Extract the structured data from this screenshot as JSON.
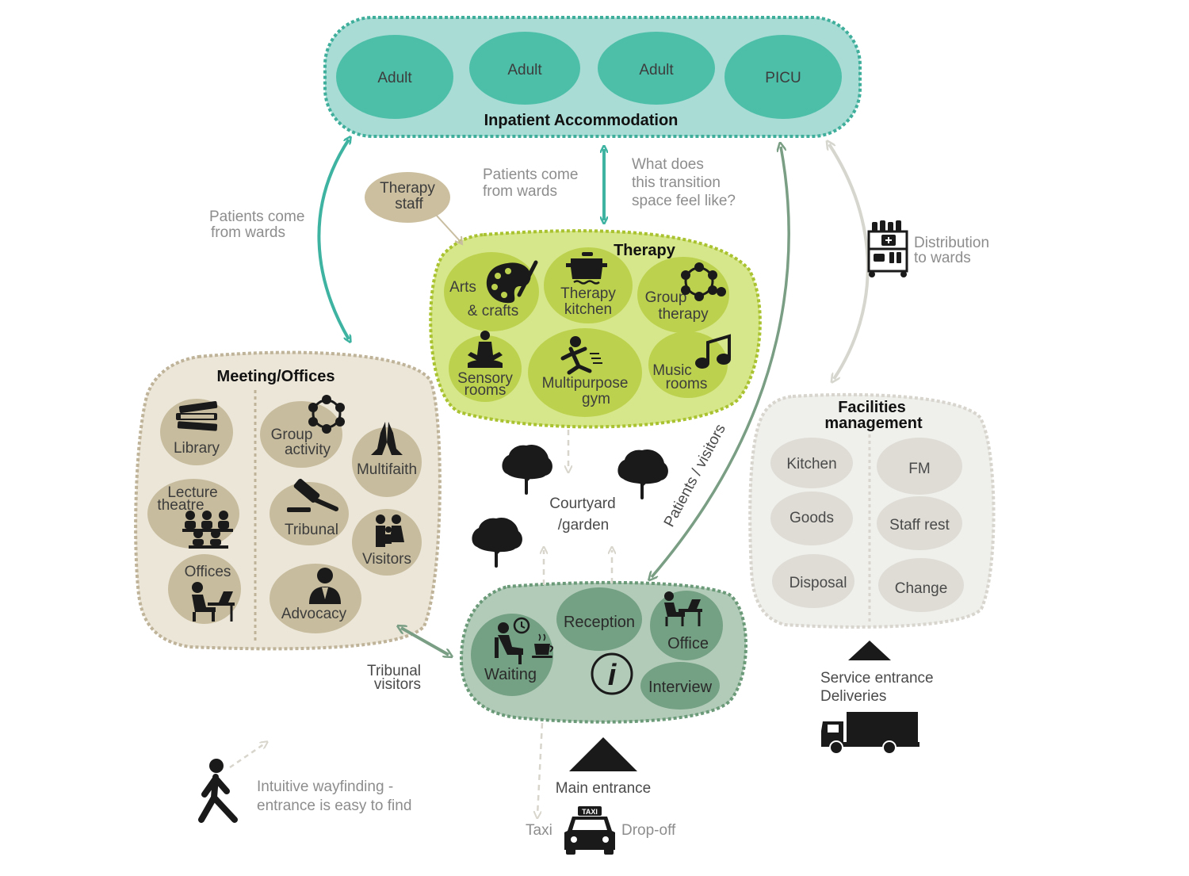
{
  "colors": {
    "inpatient_fill": "#a8dcd4",
    "inpatient_circle": "#4dbfa9",
    "inpatient_border": "#3fae9b",
    "therapy_fill": "#d6e68a",
    "therapy_circle": "#bcd24e",
    "therapy_border": "#a9c230",
    "meeting_fill": "#ece6d9",
    "meeting_circle": "#c7bc9d",
    "meeting_border": "#bfb499",
    "reception_fill": "#b2cbb9",
    "reception_circle": "#74a083",
    "reception_border": "#6b9a79",
    "fm_fill": "#efefeb",
    "fm_circle": "#dedcd5",
    "fm_border": "#d7d5cd",
    "teal_arrow": "#3fb3a2",
    "sage_arrow": "#7a9e84",
    "pale_arrow": "#d6d6cf",
    "dashed_arrow": "#d8d5cc"
  },
  "inpatient": {
    "title": "Inpatient Accommodation",
    "rooms": [
      "Adult",
      "Adult",
      "Adult",
      "PICU"
    ]
  },
  "therapy": {
    "title": "Therapy",
    "staff": [
      "Therapy",
      "staff"
    ],
    "rooms": [
      {
        "lines": [
          "Arts",
          "& crafts"
        ],
        "icon": "palette-icon"
      },
      {
        "lines": [
          "Therapy",
          "kitchen"
        ],
        "icon": "cooking-pot-icon"
      },
      {
        "lines": [
          "Group",
          "therapy"
        ],
        "icon": "group-circle-icon"
      },
      {
        "lines": [
          "Sensory",
          "rooms"
        ],
        "icon": "meditation-icon"
      },
      {
        "lines": [
          "Multipurpose",
          "gym"
        ],
        "icon": "running-person-icon"
      },
      {
        "lines": [
          "Music",
          "rooms"
        ],
        "icon": "music-note-icon"
      }
    ]
  },
  "meeting": {
    "title": "Meeting/Offices",
    "rooms": [
      {
        "lines": [
          "Library"
        ],
        "icon": "books-icon"
      },
      {
        "lines": [
          "Lecture",
          "theatre"
        ],
        "icon": "lecture-audience-icon"
      },
      {
        "lines": [
          "Offices"
        ],
        "icon": "desk-worker-icon"
      },
      {
        "lines": [
          "Group",
          "activity"
        ],
        "icon": "group-circle-icon"
      },
      {
        "lines": [
          "Multifaith"
        ],
        "icon": "praying-hands-icon"
      },
      {
        "lines": [
          "Tribunal"
        ],
        "icon": "gavel-icon"
      },
      {
        "lines": [
          "Visitors"
        ],
        "icon": "family-icon"
      },
      {
        "lines": [
          "Advocacy"
        ],
        "icon": "advocate-person-icon"
      }
    ]
  },
  "reception_zone": {
    "rooms": [
      {
        "lines": [
          "Waiting"
        ],
        "icon": "waiting-chair-icon"
      },
      {
        "lines": [
          "Reception"
        ]
      },
      {
        "lines": [
          "Office"
        ],
        "icon": "desk-worker-icon"
      },
      {
        "lines": [
          "Interview"
        ]
      }
    ],
    "info_symbol": "i"
  },
  "facilities": {
    "title": [
      "Facilities",
      "management"
    ],
    "rooms": [
      "Kitchen",
      "FM",
      "Goods",
      "Staff rest",
      "Disposal",
      "Change"
    ]
  },
  "annotations": {
    "patients_wards_left": [
      "Patients come",
      "from wards"
    ],
    "patients_wards_center": [
      "Patients come",
      "from wards"
    ],
    "transition_question": [
      "What does",
      "this transition",
      "space feel like?"
    ],
    "distribution": [
      "Distribution",
      "to wards"
    ],
    "patients_visitors": "Patients / visitors",
    "courtyard": [
      "Courtyard",
      "/garden"
    ],
    "tribunal_visitors": [
      "Tribunal",
      "visitors"
    ],
    "service_entrance": [
      "Service entrance",
      "Deliveries"
    ],
    "main_entrance": "Main entrance",
    "taxi": "Taxi",
    "dropoff": "Drop-off",
    "wayfinding": [
      "Intuitive wayfinding -",
      "entrance is easy to find"
    ],
    "taxi_sign": "TAXI"
  }
}
